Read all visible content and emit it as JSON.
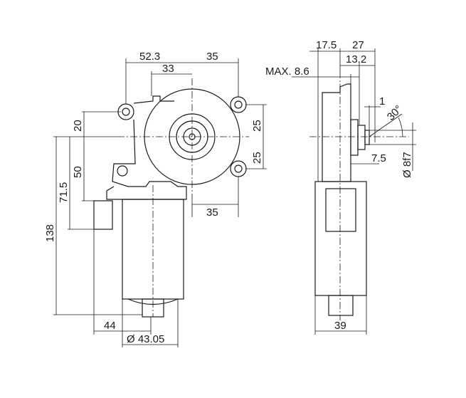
{
  "front_view": {
    "dim_top_overall": "52.3",
    "dim_top_right": "35",
    "dim_top_inner": "33",
    "dim_left_20": "20",
    "dim_left_50": "50",
    "dim_left_71_5": "71.5",
    "dim_left_138": "138",
    "dim_right_upper": "25",
    "dim_right_lower": "25",
    "dim_bottom_35": "35",
    "dim_bottom_44": "44",
    "dim_diameter": "Ø 43.05"
  },
  "side_view": {
    "dim_17_5": "17.5",
    "dim_27": "27",
    "dim_13_2": "13.2",
    "dim_max": "MAX. 8.6",
    "dim_1": "1",
    "dim_angle": "30°",
    "dim_7_5": "7.5",
    "dim_shaft": "Ø 8f7",
    "dim_width": "39"
  }
}
